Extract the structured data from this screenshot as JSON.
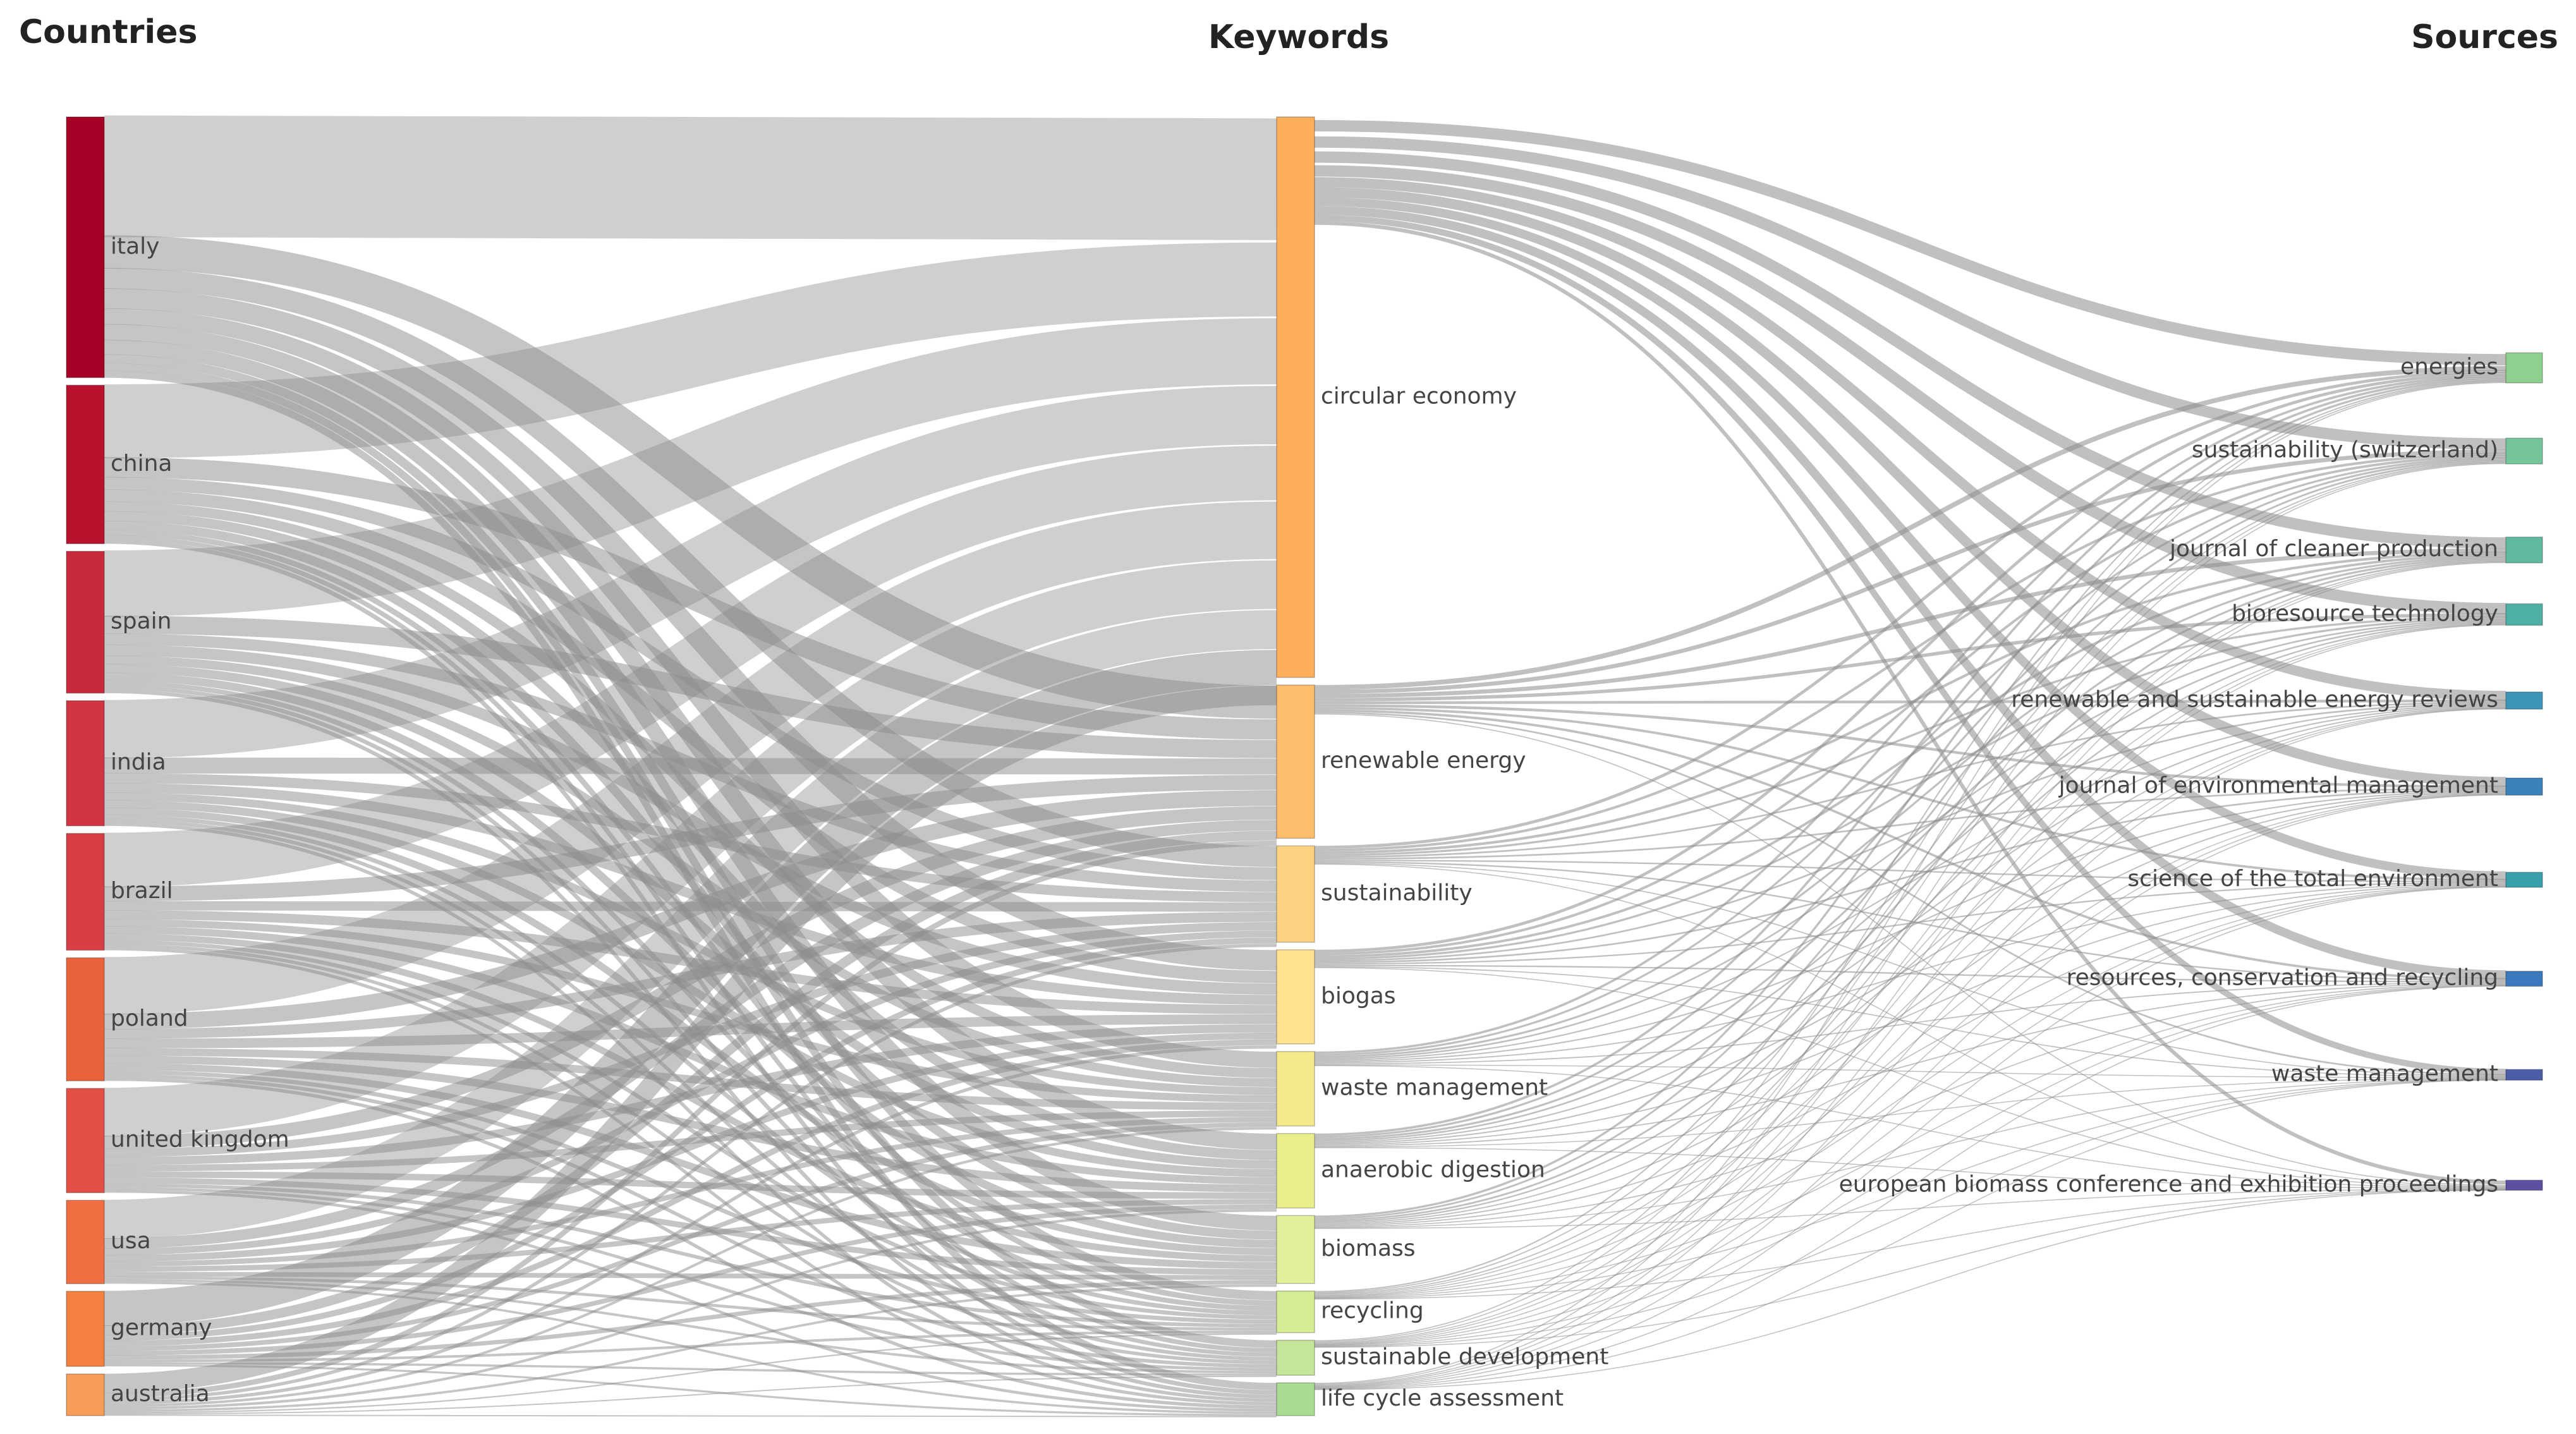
{
  "column_titles": {
    "countries": "Countries",
    "keywords": "Keywords",
    "sources": "Sources"
  },
  "colors": {
    "link": "#8c8c8c",
    "background": "#ffffff"
  },
  "nodes": {
    "countries": [
      {
        "id": "italy",
        "label": "italy",
        "weight": 12.5,
        "color": "#a50026"
      },
      {
        "id": "china",
        "label": "china",
        "weight": 7.6,
        "color": "#b8122e"
      },
      {
        "id": "spain",
        "label": "spain",
        "weight": 6.8,
        "color": "#c72a3c"
      },
      {
        "id": "india",
        "label": "india",
        "weight": 6.0,
        "color": "#cf3542"
      },
      {
        "id": "brazil",
        "label": "brazil",
        "weight": 5.6,
        "color": "#d73f45"
      },
      {
        "id": "poland",
        "label": "poland",
        "weight": 5.9,
        "color": "#e8633c"
      },
      {
        "id": "united-kingdom",
        "label": "united kingdom",
        "weight": 5.0,
        "color": "#e14f45"
      },
      {
        "id": "usa",
        "label": "usa",
        "weight": 4.0,
        "color": "#f06e41"
      },
      {
        "id": "germany",
        "label": "germany",
        "weight": 3.6,
        "color": "#f4813f"
      },
      {
        "id": "australia",
        "label": "australia",
        "weight": 2.0,
        "color": "#f89c5a"
      }
    ],
    "keywords": [
      {
        "id": "circular-economy",
        "label": "circular economy",
        "weight": 25.6,
        "color": "#fcae5a"
      },
      {
        "id": "renewable-energy",
        "label": "renewable energy",
        "weight": 7.0,
        "color": "#fdbe6b"
      },
      {
        "id": "sustainability",
        "label": "sustainability",
        "weight": 4.4,
        "color": "#fdd283"
      },
      {
        "id": "biogas",
        "label": "biogas",
        "weight": 4.3,
        "color": "#fee28f"
      },
      {
        "id": "waste-management",
        "label": "waste management",
        "weight": 3.4,
        "color": "#f4ea8c"
      },
      {
        "id": "anaerobic-digestion",
        "label": "anaerobic digestion",
        "weight": 3.4,
        "color": "#eaef8c"
      },
      {
        "id": "biomass",
        "label": "biomass",
        "weight": 3.1,
        "color": "#e3f09a"
      },
      {
        "id": "recycling",
        "label": "recycling",
        "weight": 1.9,
        "color": "#d5ee93"
      },
      {
        "id": "sustainable-development",
        "label": "sustainable development",
        "weight": 1.6,
        "color": "#c5e69a"
      },
      {
        "id": "life-cycle-assessment",
        "label": "life cycle assessment",
        "weight": 1.5,
        "color": "#a9dc93"
      }
    ],
    "sources": [
      {
        "id": "energies",
        "label": "energies",
        "weight": 1.4,
        "color": "#8fd08e",
        "ypos": 0.175
      },
      {
        "id": "sustainability-switzerland",
        "label": "sustainability (switzerland)",
        "weight": 1.2,
        "color": "#74c69a",
        "ypos": 0.233
      },
      {
        "id": "journal-of-cleaner-production",
        "label": "journal of cleaner production",
        "weight": 1.2,
        "color": "#5fba9f",
        "ypos": 0.302
      },
      {
        "id": "bioresource-technology",
        "label": "bioresource technology",
        "weight": 1.0,
        "color": "#4eb1a4",
        "ypos": 0.347
      },
      {
        "id": "renewable-and-sustainable-energy-reviews",
        "label": "renewable and sustainable energy reviews",
        "weight": 0.8,
        "color": "#3d96b8",
        "ypos": 0.407
      },
      {
        "id": "journal-of-environmental-management",
        "label": "journal of environmental management",
        "weight": 0.8,
        "color": "#3b82bd",
        "ypos": 0.467
      },
      {
        "id": "science-of-the-total-environment",
        "label": "science of the total environment",
        "weight": 0.7,
        "color": "#38a0ad",
        "ypos": 0.532
      },
      {
        "id": "resources-conservation-and-recycling",
        "label": "resources, conservation and recycling",
        "weight": 0.7,
        "color": "#3a79bb",
        "ypos": 0.601
      },
      {
        "id": "waste-management",
        "label": "waste management",
        "weight": 0.5,
        "color": "#4c5da8",
        "ypos": 0.668
      },
      {
        "id": "european-biomass-conference-and-exhibition-proceedings",
        "label": "european biomass conference and exhibition proceedings",
        "weight": 0.3,
        "color": "#5e4fa2",
        "ypos": 0.745
      }
    ]
  }
}
